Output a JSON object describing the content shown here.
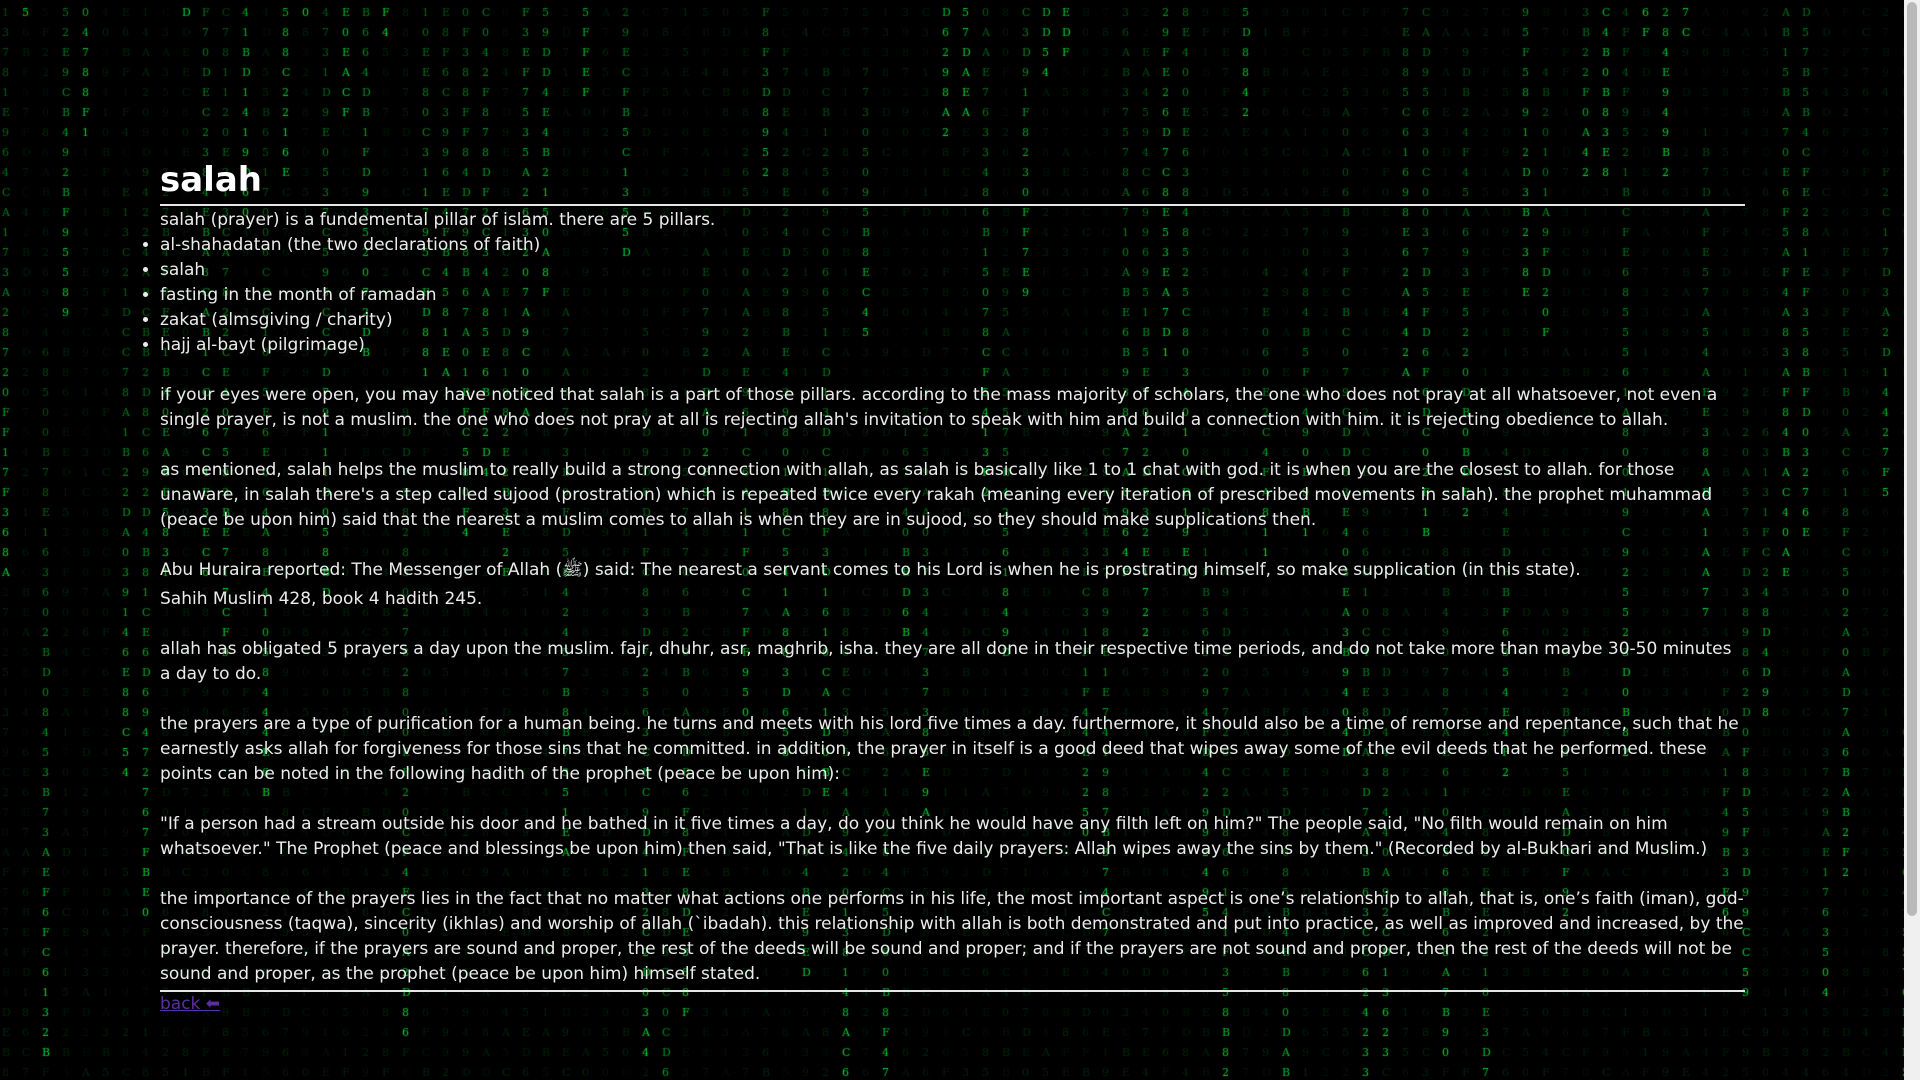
{
  "page": {
    "title": "salah",
    "intro": "salah (prayer) is a fundemental pillar of islam. there are 5 pillars.",
    "pillars": [
      "al-shahadatan (the two declarations of faith)",
      "salah",
      "fasting in the month of ramadan",
      "zakat (almsgiving / charity)",
      "hajj al-bayt (pilgrimage)"
    ],
    "paragraphs": [
      "if your eyes were open, you may have noticed that salah is a part of those pillars. according to the mass majority of scholars, the one who does not pray at all whatsoever, not even a single prayer, is not a muslim. the one who does not pray at all is rejecting allah's invitation to speak with him and build a connection with him. it is rejecting obedience to allah.",
      "as mentioned, salah helps the muslim to really build a strong connection with allah, as salah is basically like 1 to 1 chat with god. it is when you are the closest to allah. for those unaware, in salah there's a step called sujood (prostration) which is repeated twice every rakah (meaning every iteration of prescribed movements in salah). the prophet muhammad (peace be upon him) said that the nearest a muslim comes to allah is when they are in sujood, so they should make supplications then."
    ],
    "hadith_1": "Abu Huraira reported: The Messenger of Allah (ﷺ) said: The nearest a servant comes to his Lord is when he is prostrating himself, so make supplication (in this state).",
    "hadith_1_ref": "Sahih Muslim 428, book 4 hadith 245.",
    "paragraph_prayers": "allah has obligated 5 prayers a day upon the muslim. fajr, dhuhr, asr, maghrib, isha. they are all done in their respective time periods, and do not take more than maybe 30-50 minutes a day to do.",
    "paragraph_purification": "the prayers are a type of purification for a human being. he turns and meets with his lord five times a day. furthermore, it should also be a time of remorse and repentance, such that he earnestly asks allah for forgiveness for those sins that he committed. in addition, the prayer in itself is a good deed that wipes away some of the evil deeds that he performed. these points can be noted in the following hadith of the prophet (peace be upon him):",
    "hadith_2": "\"If a person had a stream outside his door and he bathed in it five times a day, do you think he would have any filth left on him?\" The people said, \"No filth would remain on him whatsoever.\" The Prophet (peace and blessings be upon him) then said, \"That is like the five daily prayers: Allah wipes away the sins by them.\" (Recorded by al-Bukhari and Muslim.)",
    "paragraph_importance": "the importance of the prayers lies in the fact that no matter what actions one performs in his life, the most important aspect is one’s relationship to allah, that is, one’s faith (iman), god-consciousness (taqwa), sincerity (ikhlas) and worship of allah (`ibadah). this relationship with allah is both demonstrated and put into practice, as well as improved and increased, by the prayer. therefore, if the prayers are sound and proper, the rest of the deeds will be sound and proper; and if the prayers are not sound and proper, then the rest of the deeds will not be sound and proper, as the prophet (peace be upon him) himself stated.",
    "back_link": "back ⬅"
  },
  "colors": {
    "background": "#000000",
    "matrix_glyph": "#00ff41",
    "text": "#ececec",
    "link": "#5b2fa3"
  }
}
